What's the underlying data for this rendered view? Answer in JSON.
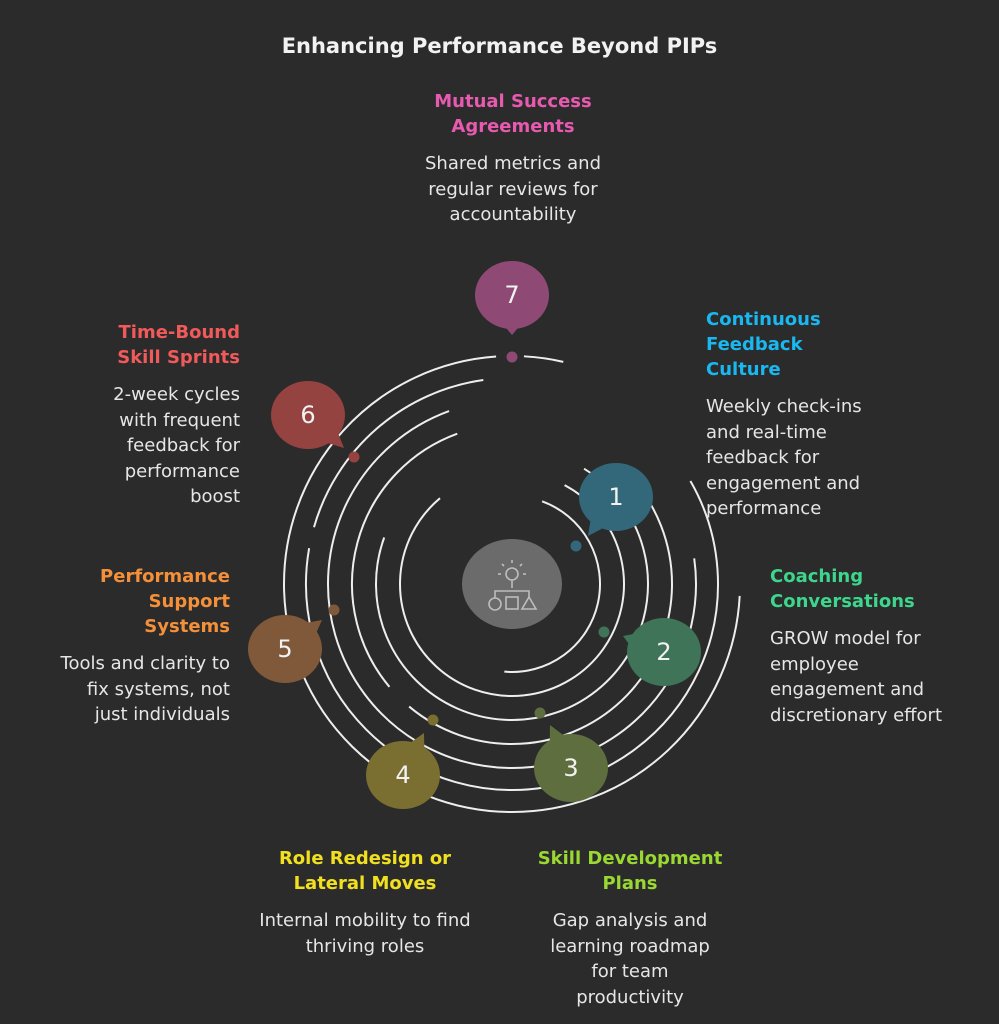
{
  "title": "Enhancing Performance Beyond PIPs",
  "center_icon": "idea-shapes-icon",
  "items": [
    {
      "number": "1",
      "title": "Continuous Feedback Culture",
      "description": "Weekly check-ins and real-time feedback for engagement and performance",
      "bubble_color": "#33687a",
      "title_color": "#1ab8f0"
    },
    {
      "number": "2",
      "title": "Coaching Conversations",
      "description": "GROW model for employee engagement and discretionary effort",
      "bubble_color": "#3f7458",
      "title_color": "#3dd68c"
    },
    {
      "number": "3",
      "title": "Skill Development Plans",
      "description": "Gap analysis and learning roadmap for team productivity",
      "bubble_color": "#5e6e3e",
      "title_color": "#9ad832"
    },
    {
      "number": "4",
      "title": "Role Redesign or Lateral Moves",
      "description": "Internal mobility to find thriving roles",
      "bubble_color": "#7a6e30",
      "title_color": "#f0e020"
    },
    {
      "number": "5",
      "title": "Performance Support Systems",
      "description": "Tools and clarity to fix systems, not just individuals",
      "bubble_color": "#80593a",
      "title_color": "#f5903a"
    },
    {
      "number": "6",
      "title": "Time-Bound Skill Sprints",
      "description": "2-week cycles with frequent feedback for performance boost",
      "bubble_color": "#944340",
      "title_color": "#f05a5a"
    },
    {
      "number": "7",
      "title": "Mutual Success Agreements",
      "description": "Shared metrics and regular reviews for accountability",
      "bubble_color": "#8e4a74",
      "title_color": "#e85aaf"
    }
  ]
}
